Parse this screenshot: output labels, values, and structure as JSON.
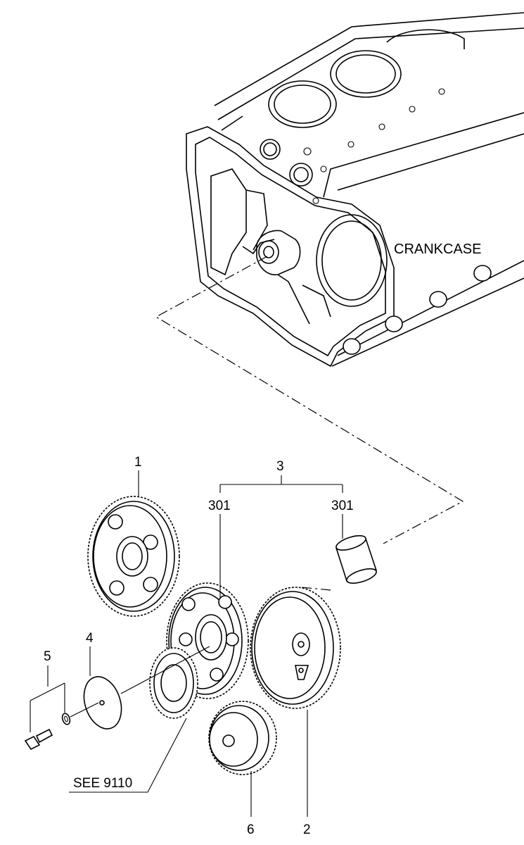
{
  "labels": {
    "crankcase": "CRANKCASE",
    "see_ref": "SEE 9110",
    "callout_1": "1",
    "callout_2": "2",
    "callout_3": "3",
    "callout_301_left": "301",
    "callout_301_right": "301",
    "callout_4": "4",
    "callout_5": "5",
    "callout_6": "6"
  }
}
